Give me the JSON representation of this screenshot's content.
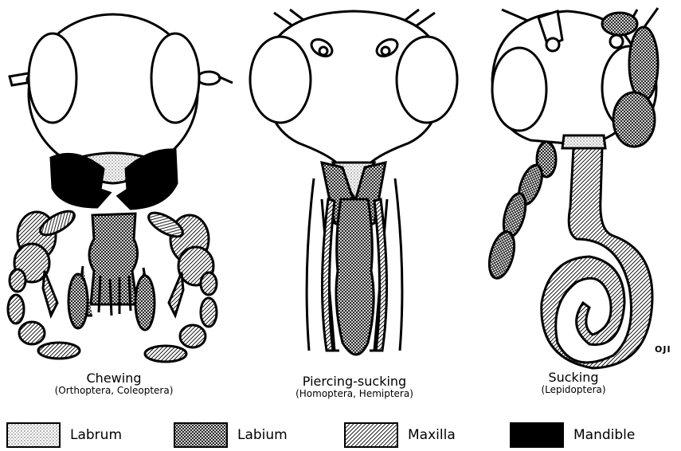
{
  "figures": [
    {
      "title": "Chewing",
      "subtitle": "(Orthoptera, Coleoptera)"
    },
    {
      "title": "Piercing-sucking",
      "subtitle": "(Homoptera, Hemiptera)"
    },
    {
      "title": "Sucking",
      "subtitle": "(Lepidoptera)"
    }
  ],
  "legend": [
    {
      "label": "Labrum",
      "pattern": "dots"
    },
    {
      "label": "Labium",
      "pattern": "crosshatch"
    },
    {
      "label": "Maxilla",
      "pattern": "diagonal"
    },
    {
      "label": "Mandible",
      "pattern": "solid"
    }
  ],
  "signature": "OJI"
}
